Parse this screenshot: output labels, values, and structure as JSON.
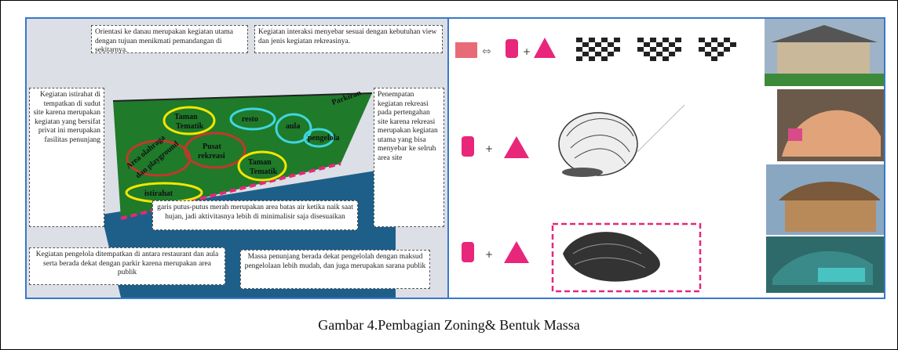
{
  "figure": {
    "caption": "Gambar 4.Pembagian Zoning& Bentuk Massa",
    "colors": {
      "border_blue": "#3a78c9",
      "site_green": "#1f7a2a",
      "water_blue": "#1e5f8a",
      "zone_yellow": "#f3e600",
      "zone_cyan": "#3fd6e0",
      "zone_red": "#c0392b",
      "magenta": "#e8267a"
    }
  },
  "zoning": {
    "notes": {
      "orientasi": "Orientasi ke danau merupakan kegiatan utama dengan tujuan menikmati pemandangan di sekitarnya.",
      "interaksi": "Kegiatan interaksi menyebar sesuai dengan kebutuhan view dan jenis kegiatan rekreasinya.",
      "istirahat": "Kegiatan istirahat di tempatkan di sudut site karena merupakan kegiatan yang bersifat privat ini merupakan fasilitas penunjang",
      "penempatan": "Penempatan kegiatan rekreasi pada pertengahan site karena rekreasi merupakan kegiatan utama yang bisa menyebar ke selruh area site",
      "garis": "garis putus-putus merah merupakan area batas air ketika naik saat hujan, jadi aktivitasnya lebih di minimalisir saja disesuaikan",
      "pengelola": "Kegiatan pengelola ditempatkan di antara restaurant dan aula serta berada dekat dengan parkir karena merupakan area publik",
      "massa": "Massa penunjang berada dekat pengelolah dengan maksud pengelolaan lebih mudah, dan juga merupakan sarana publik"
    },
    "zones": {
      "taman1": "Taman",
      "tematik1": "Tematik",
      "taman2": "Taman",
      "tematik2": "Tematik",
      "area_olahraga": "Area olahraga",
      "dan_playground": "dan playground",
      "pusat": "Pusat",
      "rekreasi": "rekreasi",
      "parkiran": "Parkiran",
      "resto": "resto",
      "aula": "aula",
      "pengelola": "pengelola",
      "istirahat": "istirahat"
    }
  },
  "forms": {
    "rows": [
      {
        "operators": [
          "⇔",
          "+"
        ]
      },
      {
        "operators": [
          "+"
        ]
      },
      {
        "operators": [
          "+"
        ]
      }
    ]
  }
}
